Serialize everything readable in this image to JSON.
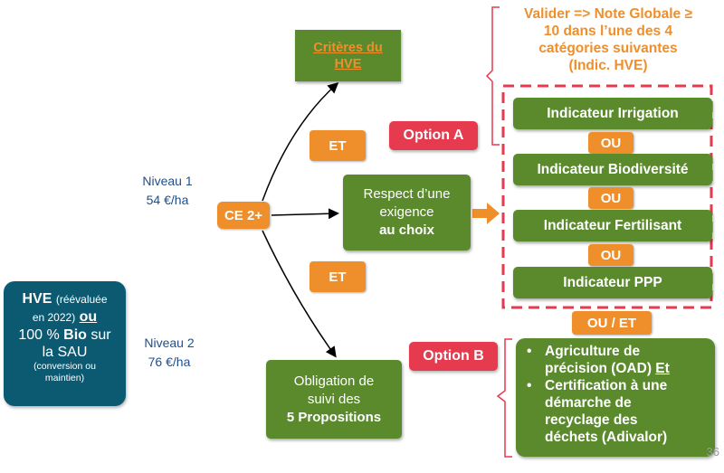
{
  "criteria_box": {
    "line1": "Critères du",
    "line2": "HVE"
  },
  "validation_note": {
    "line1": "Valider => Note Globale ≥",
    "line2": "10 dans l’une des 4",
    "line3": "catégories suivantes",
    "line4": "(Indic. HVE)"
  },
  "levels": [
    {
      "name": "Niveau 1",
      "amount": "54 €/ha"
    },
    {
      "name": "Niveau 2",
      "amount": "76 €/ha"
    }
  ],
  "ce_node": "CE 2+",
  "et_labels": [
    "ET",
    "ET"
  ],
  "option_a": "Option A",
  "option_b": "Option B",
  "respect_box": {
    "line1": "Respect d’une",
    "line2": "exigence",
    "line3": "au choix"
  },
  "obligation_box": {
    "line1": "Obligation de",
    "line2": "suivi des",
    "line3": "5 Propositions"
  },
  "indicators": [
    "Indicateur Irrigation",
    "Indicateur Biodiversité",
    "Indicateur Fertilisant",
    "Indicateur PPP"
  ],
  "ou_labels": [
    "OU",
    "OU",
    "OU"
  ],
  "ou_et": "OU / ET",
  "hve_box": {
    "hve": "HVE",
    "reevaluee": "(réévaluée",
    "en2022": "en 2022)",
    "ou": "ou",
    "bio_prefix": "100 %",
    "bio": "Bio",
    "sur": "sur",
    "sau": "la SAU",
    "note1": "(conversion ou",
    "note2": "maintien)"
  },
  "option_b_items": [
    {
      "line1": "Agriculture de",
      "line2": "précision (OAD)",
      "suffix": "Et"
    },
    {
      "line1": "Certification à une",
      "line2": "démarche de",
      "line3": "recyclage des",
      "line4": "déchets (Adivalor)"
    }
  ],
  "page_number": "36",
  "colors": {
    "green": "#5a8a2c",
    "orange": "#ee8f2c",
    "red": "#e63a4f",
    "teal": "#0c5a72",
    "blue_text": "#1f4f8a"
  }
}
